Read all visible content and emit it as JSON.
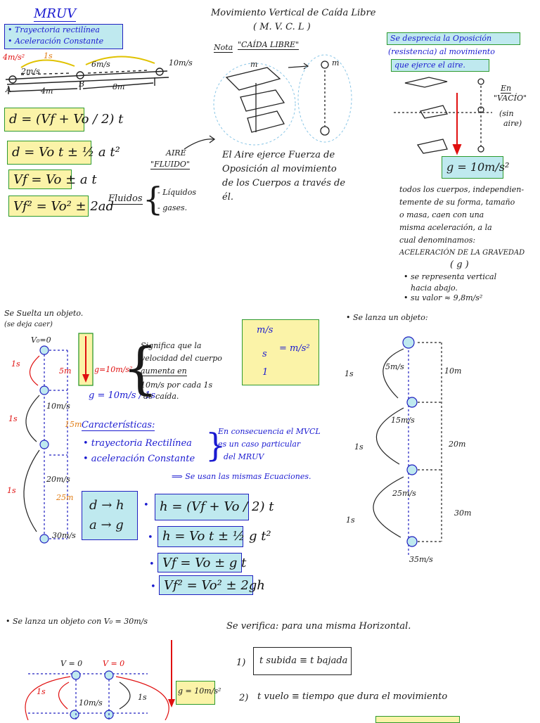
{
  "colors": {
    "yellow_box": "#fbf3a8",
    "cyan_box": "#bfe9ef",
    "blue_ink": "#1a1ad0",
    "red_ink": "#e01010",
    "orange_ink": "#e07a10"
  },
  "mruv": {
    "title": "MRUV",
    "features": [
      "• Trayectoria rectilínea",
      "• Aceleración Constante"
    ],
    "accel_label": "4m/s²",
    "time_label": "1s",
    "v1": "2m/s",
    "v2": "6m/s",
    "v3": "10m/s",
    "point_a": "A",
    "point_b": "B",
    "dist1": "4m",
    "dist2": "8m",
    "formulas": [
      "d = (Vf + Vo / 2) t",
      "d = Vo t ± ½ a t²",
      "Vf = Vo ± a t",
      "Vf² = Vo² ± 2ad"
    ]
  },
  "mvcl": {
    "title": "Movimiento Vertical de Caída Libre",
    "abbr": "( M. V. C. L )",
    "note_label": "Nota",
    "note_title": "\"CAÍDA LIBRE\"",
    "mass_label": "m",
    "mass_label2": "m",
    "aire_label": "AIRE",
    "fluido_label": "\"FLUIDO\"",
    "aire_text": [
      "El Aire ejerce Fuerza de",
      "Oposición al movimiento",
      "de los Cuerpos a través de",
      "él."
    ],
    "fluidos_label": "Fluidos",
    "fluidos_items": [
      "- Líquidos",
      "- gases."
    ],
    "neglect_text": [
      "Se desprecia la Oposición",
      "(resistencia) al movimiento",
      "que ejerce el aire."
    ],
    "vacio": [
      "En",
      "\"VACÍO\"",
      "(sin",
      "aire)"
    ],
    "g_box": "g = 10m/s²",
    "bodies_text": [
      "todos los cuerpos, independien-",
      "temente de su forma, tamaño",
      "o masa, caen con una",
      "misma aceleración, a la",
      "cual denominamos:",
      "ACELERACIÓN DE LA GRAVEDAD",
      "( g )"
    ],
    "vertical_text": [
      "• se representa vertical",
      "hacia abajo.",
      "• su valor ≈ 9,8m/s²"
    ]
  },
  "drop": {
    "heading": "Se Suelta un objeto.",
    "heading_sub": "(se deja caer)",
    "v0": "V₀=0",
    "times": [
      "1s",
      "1s",
      "1s"
    ],
    "speeds": [
      "10m/s",
      "20m/s",
      "30m/s"
    ],
    "dists": [
      "5m",
      "15m",
      "25m"
    ],
    "g_label": "g=10m/s²",
    "g_formula": "g = 10m/s / 1s",
    "meaning": [
      "Significa que la",
      "velocidad del cuerpo",
      "aumenta en",
      "10m/s por cada 1s",
      "de caída."
    ],
    "unit_box": [
      "m/s",
      "s",
      "1",
      "= m/s²"
    ],
    "characteristics_title": "Características:",
    "characteristics": [
      "• trayectoria Rectilínea",
      "• aceleración Constante"
    ],
    "consequence": [
      "En consecuencia el MVCL",
      "es un caso particular",
      "del MRUV"
    ],
    "same_equations": "⟹ Se usan las mismas Ecuaciones.",
    "subs": [
      "d → h",
      "a → g"
    ],
    "formulas": [
      "h = (Vf + Vo / 2) t",
      "h = Vo t ± ½ g t²",
      "Vf = Vo ± g t",
      "Vf² = Vo² ± 2gh"
    ]
  },
  "throw_down": {
    "heading": "• Se lanza un objeto:",
    "speeds": [
      "5m/s",
      "15m/s",
      "25m/s",
      "35m/s"
    ],
    "times": [
      "1s",
      "1s",
      "1s"
    ],
    "dists": [
      "10m",
      "20m",
      "30m"
    ]
  },
  "throw_up": {
    "heading": "• Se lanza un objeto con V₀ = 30m/s",
    "v_zero_a": "V = 0",
    "v_zero_b": "V = 0",
    "time_a": "1s",
    "time_b": "1s",
    "speed": "10m/s",
    "g_box": "g = 10m/s²",
    "verify": "Se verifica: para una misma Horizontal.",
    "item1_num": "1)",
    "item1": "t subida ≡ t bajada",
    "item2_num": "2)",
    "item2": "t vuelo ≡ tiempo que dura el movimiento"
  }
}
